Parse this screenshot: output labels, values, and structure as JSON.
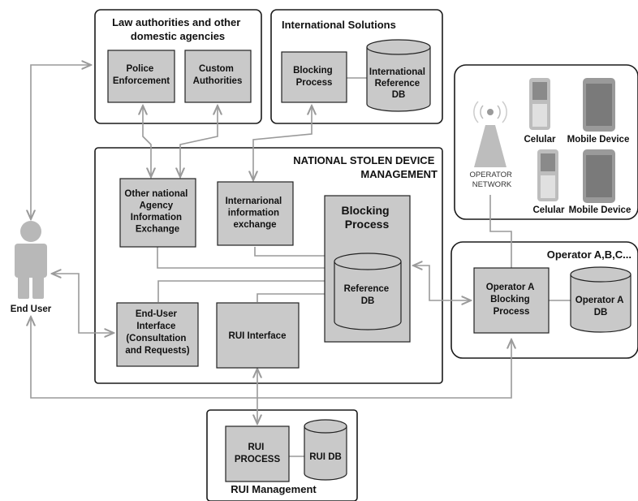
{
  "groups": {
    "law": [
      "Law authorities and other",
      "domestic agencies"
    ],
    "intl": "International Solutions",
    "national": [
      "NATIONAL STOLEN DEVICE",
      "MANAGEMENT"
    ],
    "operator": "Operator A,B,C...",
    "rui_mgmt": "RUI Management"
  },
  "nodes": {
    "police": [
      "Police",
      "Enforcement"
    ],
    "custom": [
      "Custom",
      "Authorities"
    ],
    "intl_blocking": [
      "Blocking",
      "Process"
    ],
    "intl_db": [
      "International",
      "Reference",
      "DB"
    ],
    "other_agency": [
      "Other national",
      "Agency",
      "Information",
      "Exchange"
    ],
    "intl_exchange": [
      "Internarional",
      "information",
      "exchange"
    ],
    "blocking_process": [
      "Blocking",
      "Process"
    ],
    "reference_db": [
      "Reference",
      "DB"
    ],
    "end_user_interface": [
      "End-User",
      "Interface",
      "(Consultation",
      "and Requests)"
    ],
    "rui_interface": "RUI Interface",
    "operator_blocking": [
      "Operator A",
      "Blocking",
      "Process"
    ],
    "operator_db": [
      "Operator A",
      "DB"
    ],
    "rui_process": [
      "RUI",
      "PROCESS"
    ],
    "rui_db": "RUI DB",
    "end_user": "End User",
    "operator_network": [
      "OPERATOR",
      "NETWORK"
    ],
    "celular_1": "Celular",
    "mobile_1": "Mobile Device",
    "celular_2": "Celular",
    "mobile_2": "Mobile Device"
  },
  "colors": {
    "box_fill": "#c9c9c9",
    "connector": "#9a9a9a",
    "frame": "#1a1a1a"
  }
}
